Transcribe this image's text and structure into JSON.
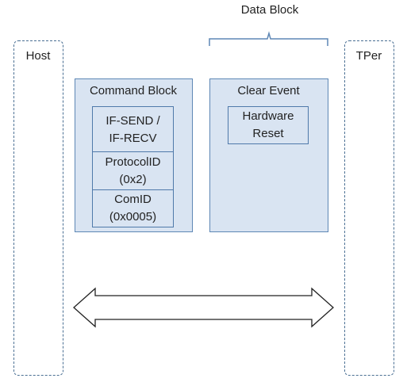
{
  "data_block": {
    "label": "Data Block"
  },
  "host": {
    "label": "Host"
  },
  "tper": {
    "label": "TPer"
  },
  "command_block": {
    "title": "Command Block",
    "fields": [
      {
        "line1": "IF-SEND /",
        "line2": "IF-RECV"
      },
      {
        "line1": "ProtocolID",
        "line2": "(0x2)"
      },
      {
        "line1": "ComID",
        "line2": "(0x0005)"
      }
    ]
  },
  "clear_event": {
    "title": "Clear Event",
    "item": {
      "line1": "Hardware",
      "line2": "Reset"
    }
  },
  "colors": {
    "block_fill": "#d9e4f2",
    "block_border": "#5e87b5",
    "dashed_border": "#4a6f93"
  }
}
